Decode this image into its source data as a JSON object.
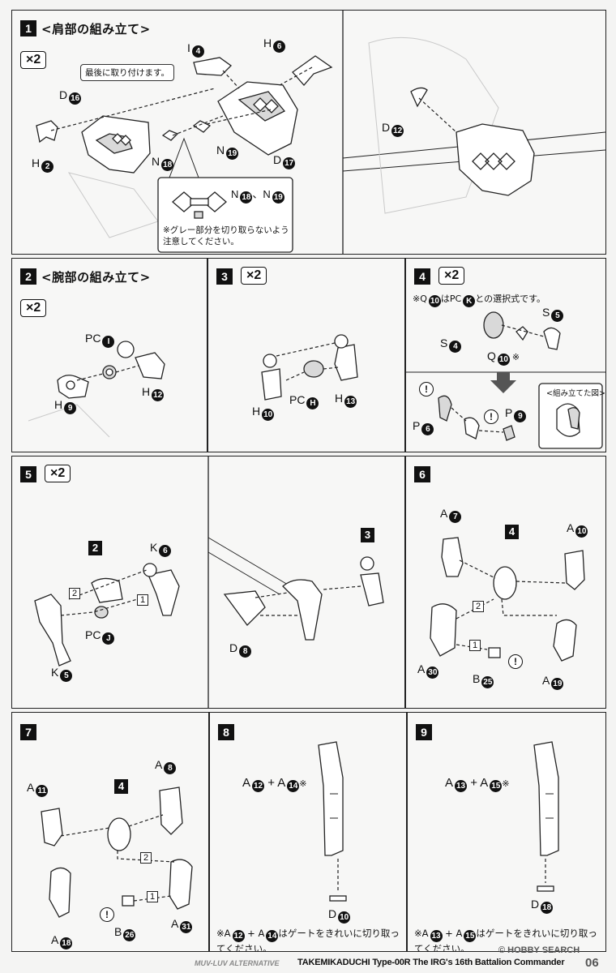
{
  "step1": {
    "num": "1",
    "title": "<肩部の組み立て>",
    "times": "×2",
    "callout": "最後に取り付けます。",
    "labels": {
      "i4": "I",
      "h6": "H",
      "d16": "D",
      "h2": "H",
      "n18": "N",
      "n19": "N",
      "d17": "D",
      "d12": "D",
      "n_pair": "N",
      "n_pair_sep": "、N"
    },
    "badges": {
      "i4": "4",
      "h6": "6",
      "d16": "16",
      "h2": "2",
      "n18": "18",
      "n19": "19",
      "d17": "17",
      "d12": "12",
      "np1": "18",
      "np2": "19"
    },
    "inset_note": "※グレー部分を切り取らないよう注意してください。"
  },
  "step2": {
    "num": "2",
    "title": "<腕部の組み立て>",
    "times": "×2",
    "labels": {
      "pc": "PC",
      "h9": "H",
      "h12": "H"
    },
    "badges": {
      "pc": "I",
      "h9": "9",
      "h12": "12"
    }
  },
  "step3": {
    "num": "3",
    "times": "×2",
    "labels": {
      "h10": "H",
      "pc": "PC",
      "h13": "H"
    },
    "badges": {
      "h10": "10",
      "pc": "H",
      "h13": "13"
    }
  },
  "step4": {
    "num": "4",
    "times": "×2",
    "note_a": "※Q",
    "note_b": "はPC",
    "note_c": "との選択式です。",
    "note_badge1": "10",
    "note_badge2": "K",
    "labels": {
      "s5": "S",
      "s4": "S",
      "q10": "Q",
      "q10_mark": "※",
      "p6": "P",
      "p9": "P"
    },
    "badges": {
      "s5": "5",
      "s4": "4",
      "q10": "10",
      "p6": "6",
      "p9": "9"
    },
    "assembled_caption": "<組み立てた図>",
    "exclaim": "!"
  },
  "step5": {
    "num": "5",
    "times": "×2",
    "sub2": "2",
    "sub3": "3",
    "labels": {
      "k6": "K",
      "pc": "PC",
      "k5": "K",
      "d8": "D"
    },
    "badges": {
      "k6": "6",
      "pc": "J",
      "k5": "5",
      "d8": "8"
    },
    "order1": "1",
    "order2": "2"
  },
  "step6": {
    "num": "6",
    "sub": "4",
    "labels": {
      "a7": "A",
      "a10": "A",
      "a30": "A",
      "b25": "B",
      "a19": "A"
    },
    "badges": {
      "a7": "7",
      "a10": "10",
      "a30": "30",
      "b25": "25",
      "a19": "19"
    },
    "order1": "1",
    "order2": "2",
    "exclaim": "!"
  },
  "step7": {
    "num": "7",
    "sub": "4",
    "labels": {
      "a11": "A",
      "a8": "A",
      "a18": "A",
      "b26": "B",
      "a31": "A"
    },
    "badges": {
      "a11": "11",
      "a8": "8",
      "a18": "18",
      "b26": "26",
      "a31": "31"
    },
    "order1": "1",
    "order2": "2",
    "exclaim": "!"
  },
  "step8": {
    "num": "8",
    "combo_a": "A",
    "combo_plus": "+ A",
    "combo_mark": "※",
    "badge1": "12",
    "badge2": "14",
    "d_label": "D",
    "d_badge": "10",
    "note_a": "※A",
    "note_plus": "+ A",
    "note_rest": "はゲートをきれいに切り取ってください。",
    "note_badge1": "12",
    "note_badge2": "14"
  },
  "step9": {
    "num": "9",
    "combo_a": "A",
    "combo_plus": "+ A",
    "combo_mark": "※",
    "badge1": "13",
    "badge2": "15",
    "d_label": "D",
    "d_badge": "18",
    "note_a": "※A",
    "note_plus": "+ A",
    "note_rest": "はゲートをきれいに切り取ってください。",
    "note_badge1": "13",
    "note_badge2": "15"
  },
  "footer": {
    "series": "MUV-LUV ALTERNATIVE",
    "title": "TAKEMIKADUCHI Type-00R The IRG's 16th Battalion Commander",
    "page": "06",
    "watermark": "© HOBBY SEARCH"
  }
}
